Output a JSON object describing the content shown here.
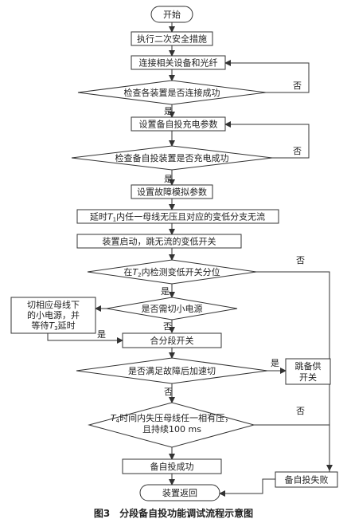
{
  "nodes": {
    "start": "开始",
    "secondary_safety": "执行二次安全措施",
    "connect_devices": "连接相关设备和光纤",
    "check_connection": "检查各装置是否连接成功",
    "set_charge_params": "设置备自投充电参数",
    "check_charge": "检查备自投装置是否充电成功",
    "set_fault_params": "设置故障模拟参数",
    "delay_t1_pre": "延时",
    "delay_t1_var": "T",
    "delay_t1_sub": "1",
    "delay_t1_post": "内任一母线无压且对应的变低分支无流",
    "device_start": "装置启动，跳无流的变低开关",
    "check_t2_pre": "在",
    "check_t2_var": "T",
    "check_t2_sub": "2",
    "check_t2_post": "内检测变低开关分位",
    "cut_power_q": "是否需切小电源",
    "side_cut_line1": "切相应母线下",
    "side_cut_line2": "的小电源，并",
    "side_cut_line3_pre": "等待",
    "side_cut_line3_var": "T",
    "side_cut_line3_sub": "3",
    "side_cut_line3_post": "延时",
    "close_section": "合分段开关",
    "accel_trip_q": "是否满足故障后加速切",
    "trip_standby_line1": "跳备供",
    "trip_standby_line2": "开关",
    "t4_line1_var": "T",
    "t4_line1_sub": "4",
    "t4_line1_post": "时间内失压母线任一相有压，",
    "t4_line2": "且持续100 ms",
    "success": "备自投成功",
    "fail": "备自投失败",
    "return": "装置返回"
  },
  "labels": {
    "yes": "是",
    "no": "否"
  },
  "caption": "图3　分段备自投功能调试流程示意图"
}
